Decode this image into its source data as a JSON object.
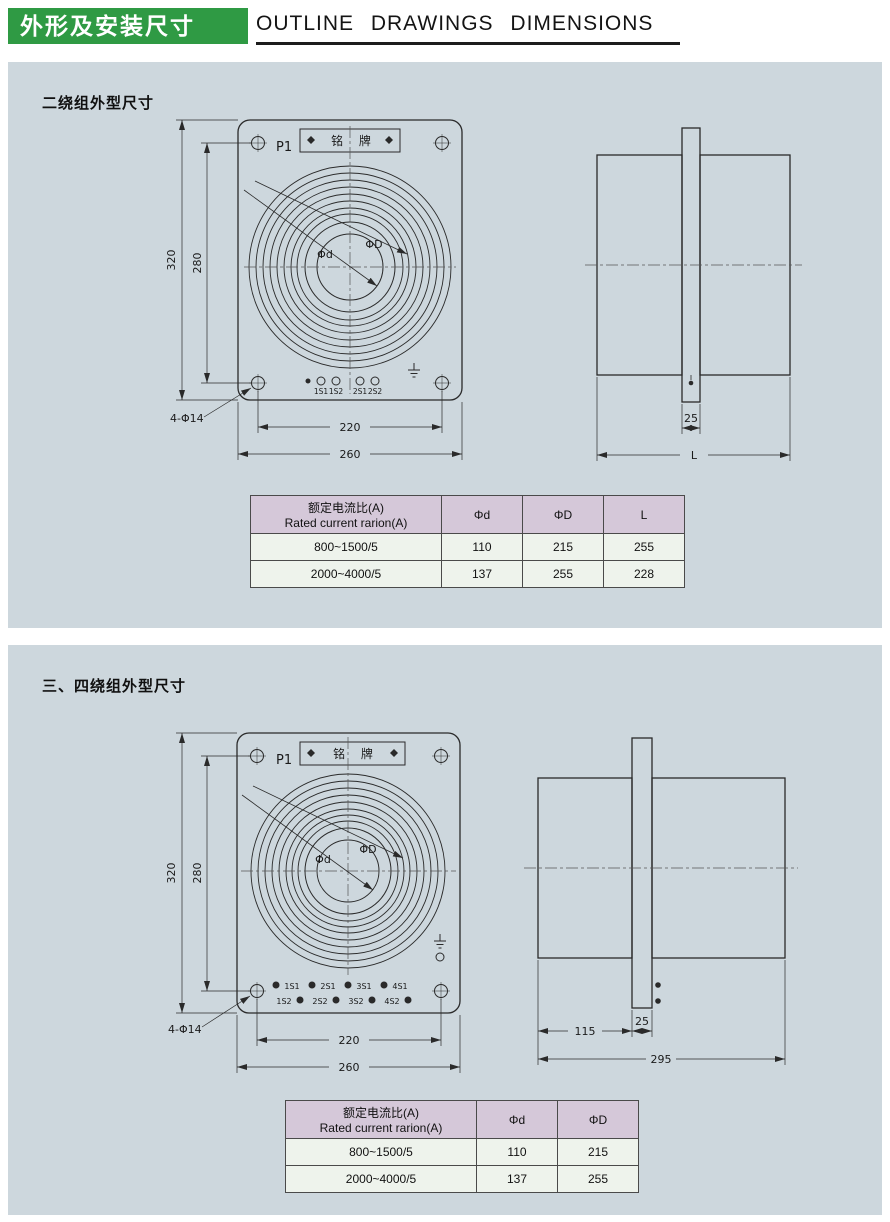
{
  "header": {
    "title_cn": "外形及安装尺寸",
    "title_en": "OUTLINE DRAWINGS DIMENSIONS"
  },
  "section1": {
    "title": "二绕组外型尺寸",
    "drawing": {
      "p1_label": "P1",
      "nameplate_label": "铭 牌",
      "phi_d_label": "Φd",
      "phi_D_label": "ΦD",
      "terminal_labels": [
        "1S1",
        "1S2",
        "2S1",
        "2S2"
      ],
      "dim_height": "320",
      "dim_hole_height": "280",
      "dim_hole_note": "4-Φ14",
      "dim_hole_width": "220",
      "dim_width": "260",
      "dim_flange": "25",
      "dim_length": "L"
    },
    "table": {
      "col0_line1": "额定电流比(A)",
      "col0_line2": "Rated current rarion(A)",
      "cols": [
        "Φd",
        "ΦD",
        "L"
      ],
      "rows": [
        {
          "ratio": "800~1500/5",
          "d": "110",
          "D": "215",
          "L": "255"
        },
        {
          "ratio": "2000~4000/5",
          "d": "137",
          "D": "255",
          "L": "228"
        }
      ]
    }
  },
  "section2": {
    "title": "三、四绕组外型尺寸",
    "drawing": {
      "p1_label": "P1",
      "nameplate_label": "铭 牌",
      "phi_d_label": "Φd",
      "phi_D_label": "ΦD",
      "terminal_row1": [
        "1S1",
        "2S1",
        "3S1",
        "4S1"
      ],
      "terminal_row2": [
        "1S2",
        "2S2",
        "3S2",
        "4S2"
      ],
      "dim_height": "320",
      "dim_hole_height": "280",
      "dim_hole_note": "4-Φ14",
      "dim_hole_width": "220",
      "dim_width": "260",
      "dim_body": "115",
      "dim_flange": "25",
      "dim_total": "295"
    },
    "table": {
      "col0_line1": "额定电流比(A)",
      "col0_line2": "Rated current rarion(A)",
      "cols": [
        "Φd",
        "ΦD"
      ],
      "rows": [
        {
          "ratio": "800~1500/5",
          "d": "110",
          "D": "215"
        },
        {
          "ratio": "2000~4000/5",
          "d": "137",
          "D": "255"
        }
      ]
    }
  }
}
